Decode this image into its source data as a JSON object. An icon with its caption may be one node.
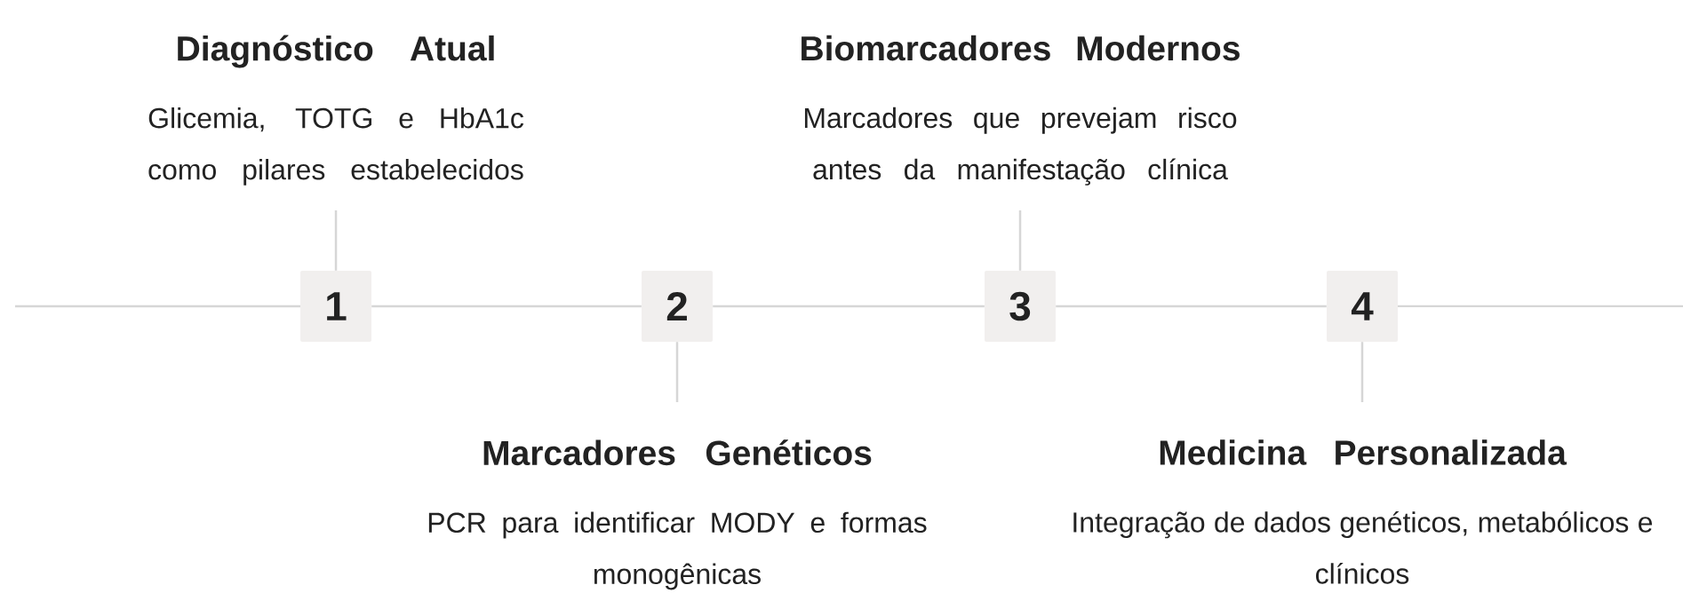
{
  "diagram": {
    "nodes": [
      {
        "text": [
          "1"
        ]
      },
      {
        "text": [
          "Diagnóstico Atual",
          "Glicemia, TOTG e HbA1c como pilares estabelecidos"
        ]
      },
      {
        "text": [
          "2"
        ]
      },
      {
        "text": [
          "Marcadores Genéticos",
          "PCR para identificar MODY e formas monogênicas"
        ]
      },
      {
        "text": [
          "3"
        ]
      },
      {
        "text": [
          "Biomarcadores Modernos",
          "Marcadores que prevejam risco antes da manifestação clínica"
        ]
      },
      {
        "text": [
          "4"
        ]
      },
      {
        "text": [
          "Medicina Personalizada",
          "Integração de dados genéticos, metabólicos e clínicos"
        ]
      }
    ],
    "edges": [
      {
        "from": 0,
        "to": 1,
        "arrow": "none"
      },
      {
        "from": 2,
        "to": 3,
        "arrow": "none"
      },
      {
        "from": 4,
        "to": 5,
        "arrow": "none"
      },
      {
        "from": 6,
        "to": 7,
        "arrow": "none"
      },
      {
        "from": 0,
        "to": 2,
        "arrow": "none"
      },
      {
        "from": 2,
        "to": 4,
        "arrow": "none"
      },
      {
        "from": 4,
        "to": 6,
        "arrow": "none"
      }
    ]
  }
}
